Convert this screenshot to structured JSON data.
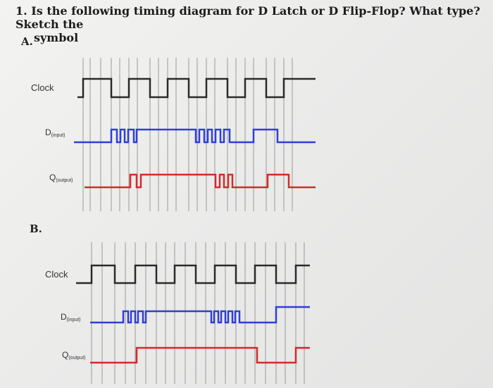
{
  "question": {
    "line1": "1. Is the following timing diagram for D Latch or D Flip-Flop? What type? Sketch the",
    "line2": "symbol"
  },
  "parts": [
    {
      "label": "A.",
      "signals": [
        {
          "name": "Clock",
          "sub": "",
          "color": "#2a2a2a"
        },
        {
          "name": "D",
          "sub": "(input)",
          "color": "#2f3fd6"
        },
        {
          "name": "Q",
          "sub": "(output)",
          "color": "#d42a2a"
        }
      ]
    },
    {
      "label": "B.",
      "signals": [
        {
          "name": "Clock",
          "sub": "",
          "color": "#2a2a2a"
        },
        {
          "name": "D",
          "sub": "(input)",
          "color": "#2f3fd6"
        },
        {
          "name": "Q",
          "sub": "(output)",
          "color": "#d42a2a"
        }
      ]
    }
  ],
  "colors": {
    "grid": "#9a9a9a",
    "clock": "#2a2a2a",
    "input": "#2f3fd6",
    "output": "#d42a2a"
  }
}
